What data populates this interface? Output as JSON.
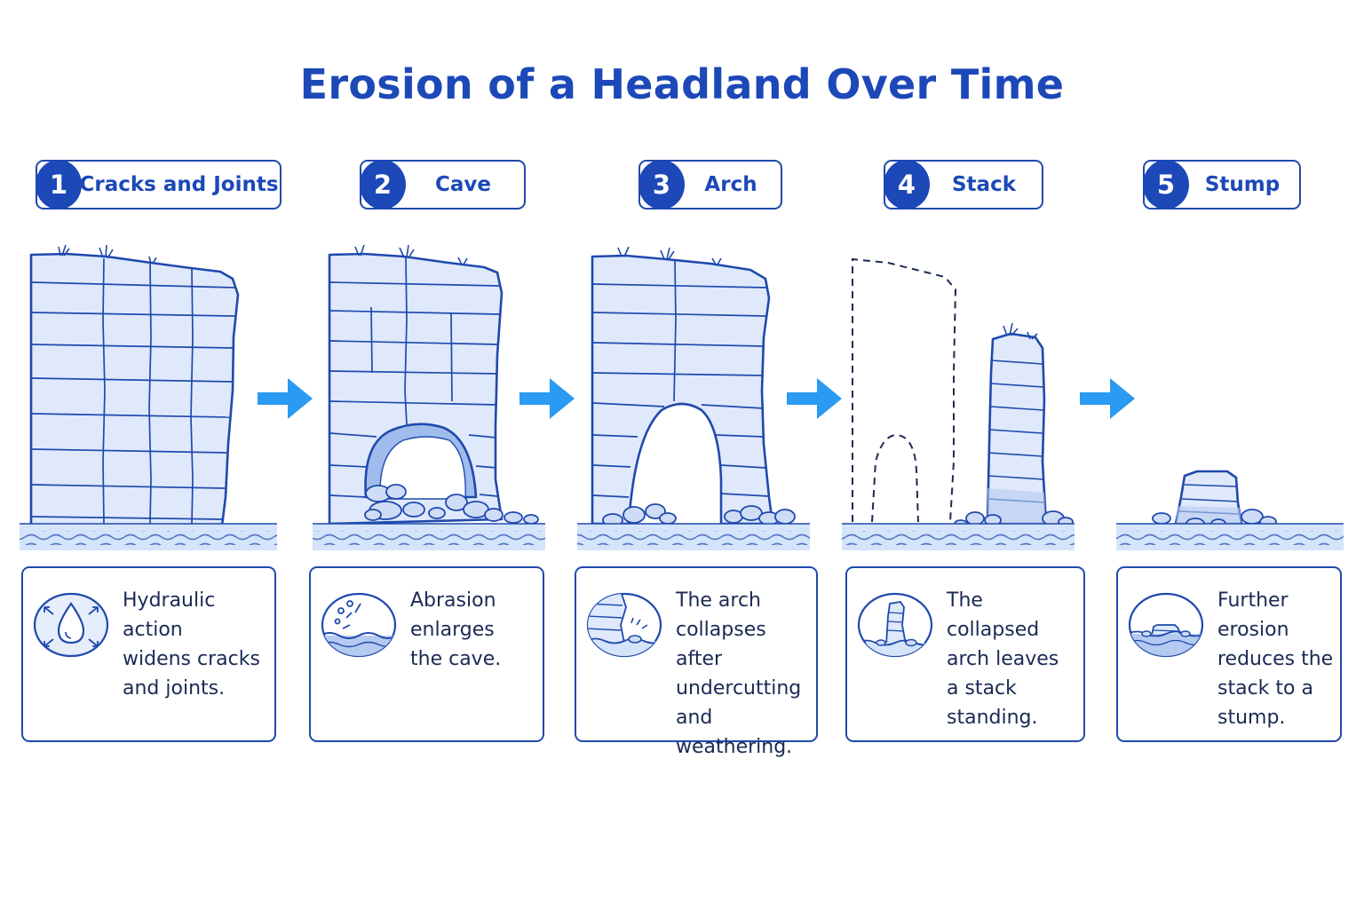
{
  "title": "Erosion of a Headland Over Time",
  "colors": {
    "primary": "#1c48b8",
    "outline": "#1f49ad",
    "rock_fill": "#dfe9fb",
    "water_fill": "#d4e4fa",
    "arrow": "#2a9af2",
    "text": "#1b2a55"
  },
  "stages": [
    {
      "number": "1",
      "label": "Cracks and Joints",
      "icon": "water-drop-icon",
      "description": "Hydraulic action\nwidens cracks\nand joints."
    },
    {
      "number": "2",
      "label": "Cave",
      "icon": "splash-icon",
      "description": "Abrasion\nenlarges\nthe cave."
    },
    {
      "number": "3",
      "label": "Arch",
      "icon": "collapsing-arch-icon",
      "description": "The arch\ncollapses after\nundercutting\nand weathering."
    },
    {
      "number": "4",
      "label": "Stack",
      "icon": "stack-icon",
      "description": "The collapsed\narch leaves\na stack\nstanding."
    },
    {
      "number": "5",
      "label": "Stump",
      "icon": "stump-icon",
      "description": "Further\nerosion\nreduces the\nstack to a\nstump."
    }
  ]
}
